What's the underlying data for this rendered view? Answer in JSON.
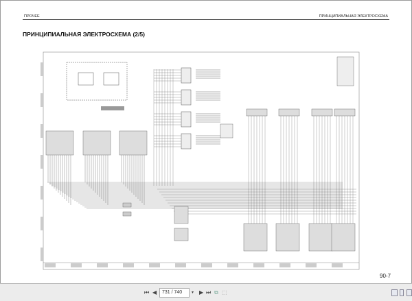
{
  "document": {
    "header_left": "ПРОЧЕЕ",
    "header_right": "ПРИНЦИПИАЛЬНАЯ ЭЛЕКТРОСХЕМА",
    "title": "ПРИНЦИПИАЛЬНАЯ ЭЛЕКТРОСХЕМА (2/5)",
    "page_number": "90-7"
  },
  "toolbar": {
    "page_indicator": "731 / 740",
    "icons": [
      "first-page-icon",
      "prev-page-icon",
      "page-dropdown-icon",
      "next-page-icon",
      "last-page-icon",
      "copy-icon",
      "select-icon",
      "single-page-view-icon",
      "continuous-view-icon",
      "facing-view-icon"
    ]
  }
}
